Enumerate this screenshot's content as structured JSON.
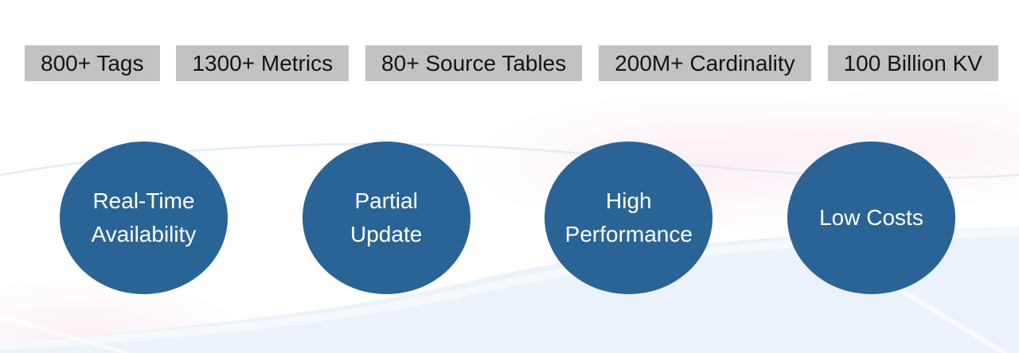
{
  "stats": {
    "items": [
      {
        "label": "800+ Tags"
      },
      {
        "label": "1300+ Metrics"
      },
      {
        "label": "80+ Source Tables"
      },
      {
        "label": "200M+ Cardinality"
      },
      {
        "label": "100 Billion KV"
      }
    ]
  },
  "features": {
    "items": [
      {
        "label": "Real-Time Availability",
        "line1": "Real-Time",
        "line2": "Availability"
      },
      {
        "label": "Partial Update",
        "line1": "Partial",
        "line2": "Update"
      },
      {
        "label": "High Performance",
        "line1": "High",
        "line2": "Performance"
      },
      {
        "label": "Low Costs",
        "line1": "Low Costs",
        "line2": ""
      }
    ]
  },
  "colors": {
    "circle_fill": "#2a6496",
    "circle_text": "#ffffff",
    "badge_bg": "#c2c2c2",
    "badge_text": "#141414",
    "wave_blue": "#ebf2f9",
    "wave_line": "#d8e8f5",
    "tint_pink": "#f6d6e7"
  }
}
